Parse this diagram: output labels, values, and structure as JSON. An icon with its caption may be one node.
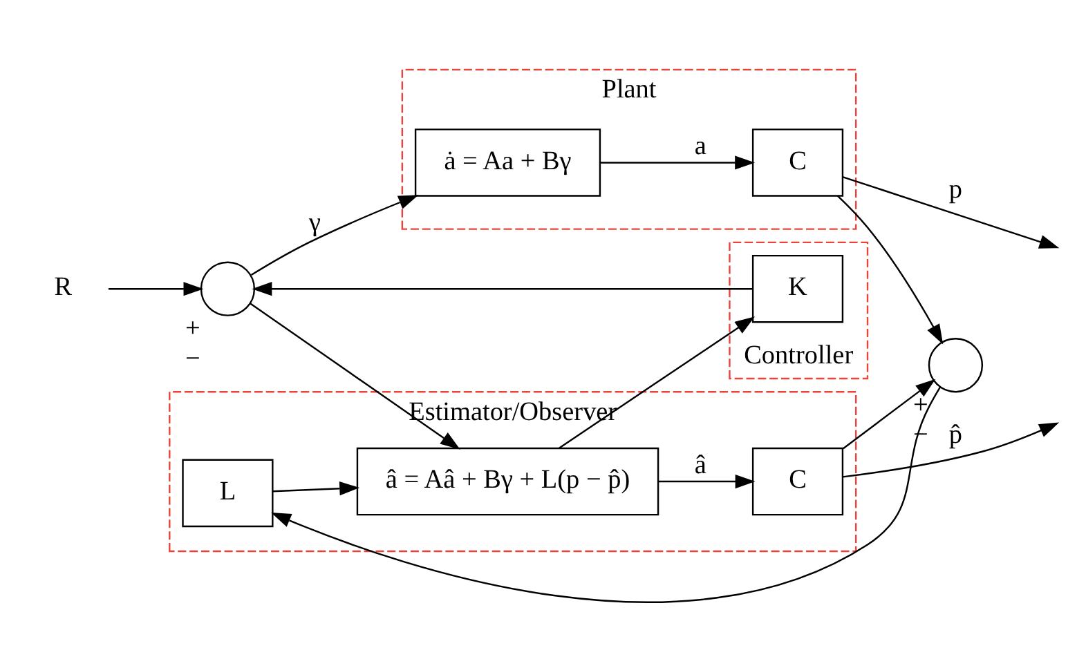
{
  "diagram": {
    "nodes": [
      {
        "text": [
          "Plant"
        ]
      },
      {
        "text": [
          "ȧ = Aa + Bγ"
        ],
        "in": 0
      },
      {
        "text": [
          "C"
        ],
        "in": 0
      },
      {
        "text": [
          "Controller"
        ]
      },
      {
        "text": [
          "K"
        ],
        "in": 3
      },
      {
        "text": [
          "Estimator/Observer"
        ]
      },
      {
        "text": [
          "L"
        ],
        "in": 5
      },
      {
        "text": [
          "â = Aâ + Bγ + L(p − p̂)"
        ],
        "in": 5
      },
      {
        "text": [
          "C"
        ],
        "in": 5
      },
      {
        "text": [],
        "shape": "circle",
        "beside": [
          "+",
          "−"
        ]
      },
      {
        "text": [],
        "shape": "circle",
        "beside": [
          "+",
          "−"
        ]
      },
      {
        "text": [
          "R"
        ]
      }
    ],
    "edges": [
      {
        "from": 11,
        "to": 9,
        "arrow": "to"
      },
      {
        "from": 9,
        "to": 1,
        "arrow": "to",
        "label": "γ"
      },
      {
        "from": 9,
        "to": 7,
        "arrow": "to"
      },
      {
        "from": 1,
        "to": 2,
        "arrow": "to",
        "label": "a"
      },
      {
        "from": 2,
        "to": null,
        "arrow": "to",
        "label": "p"
      },
      {
        "from": 2,
        "to": 10,
        "arrow": "to"
      },
      {
        "from": 10,
        "to": 6,
        "arrow": "to"
      },
      {
        "from": 6,
        "to": 7,
        "arrow": "to"
      },
      {
        "from": 7,
        "to": 8,
        "arrow": "to",
        "label": "â"
      },
      {
        "from": 7,
        "to": 4,
        "arrow": "to"
      },
      {
        "from": 4,
        "to": 9,
        "arrow": "to"
      },
      {
        "from": 8,
        "to": null,
        "arrow": "to",
        "label": "p̂"
      },
      {
        "from": 8,
        "to": 10,
        "arrow": "to"
      }
    ]
  }
}
